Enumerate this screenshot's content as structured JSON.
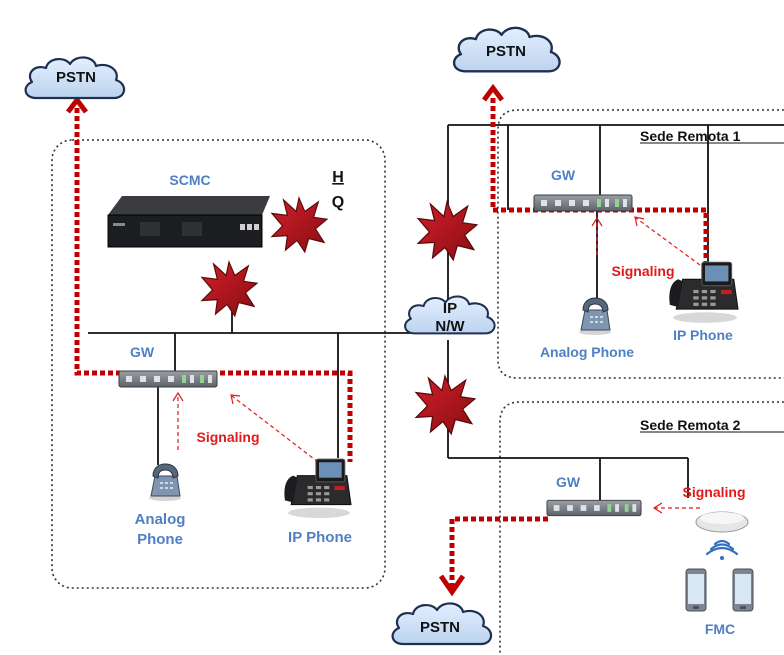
{
  "clouds": {
    "pstn_hq": "PSTN",
    "pstn_remote1": "PSTN",
    "pstn_remote2": "PSTN",
    "ipnw_line1": "IP",
    "ipnw_line2": "N/W"
  },
  "hq": {
    "server_label": "SCMC",
    "hq_mark_1": "H",
    "hq_mark_2": "Q",
    "gw_label": "GW",
    "signaling_label": "Signaling",
    "analog_phone_line1": "Analog",
    "analog_phone_line2": "Phone",
    "ip_phone_label": "IP Phone"
  },
  "remote1": {
    "title": "Sede Remota 1",
    "gw_label": "GW",
    "signaling_label": "Signaling",
    "analog_phone_label": "Analog Phone",
    "ip_phone_label": "IP Phone"
  },
  "remote2": {
    "title": "Sede Remota 2",
    "gw_label": "GW",
    "signaling_label": "Signaling",
    "fmc_label": "FMC"
  },
  "colors": {
    "cloud_fill": "#cfe1f5",
    "cloud_stroke": "#1f2f4f",
    "label_blue": "#4f7fc4",
    "signal_red": "#e01a1a",
    "path_red": "#c00000",
    "star_fill": "#b0141c"
  }
}
